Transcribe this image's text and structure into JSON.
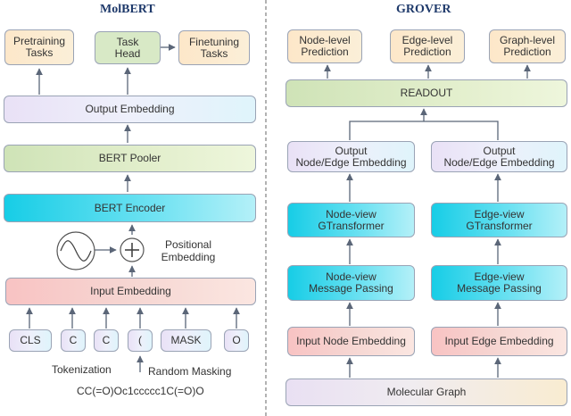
{
  "molbert": {
    "title": "MolBERT",
    "pretraining": "Pretraining\nTasks",
    "task_head": "Task\nHead",
    "finetuning": "Finetuning\nTasks",
    "output_embedding": "Output Embedding",
    "bert_pooler": "BERT Pooler",
    "bert_encoder": "BERT Encoder",
    "positional": "Positional\nEmbedding",
    "input_embedding": "Input Embedding",
    "tokens": [
      "CLS",
      "C",
      "C",
      "(",
      "MASK",
      "O"
    ],
    "tokenization": "Tokenization",
    "random_masking": "Random Masking",
    "smiles": "CC(=O)Oc1ccccc1C(=O)O"
  },
  "grover": {
    "title": "GROVER",
    "node_pred": "Node-level\nPrediction",
    "edge_pred": "Edge-level\nPrediction",
    "graph_pred": "Graph-level\nPrediction",
    "readout": "READOUT",
    "output_left": "Output\nNode/Edge Embedding",
    "output_right": "Output\nNode/Edge Embedding",
    "node_gt": "Node-view\nGTransformer",
    "edge_gt": "Edge-view\nGTransformer",
    "node_mp": "Node-view\nMessage Passing",
    "edge_mp": "Edge-view\nMessage Passing",
    "input_node": "Input Node Embedding",
    "input_edge": "Input Edge Embedding",
    "molecular_graph": "Molecular Graph"
  },
  "colors": {
    "arrow": "#5b6678",
    "divider": "#666666",
    "title": "#1f3a6b"
  }
}
